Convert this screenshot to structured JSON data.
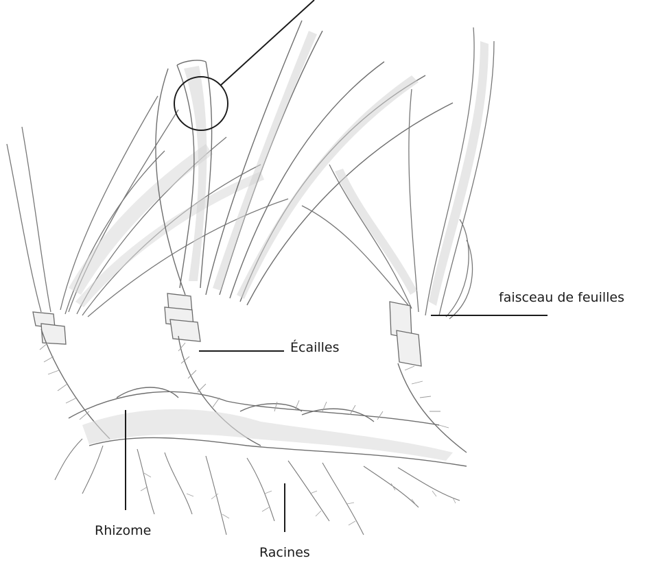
{
  "diagram": {
    "labels": {
      "faisceau": "faisceau de feuilles",
      "ecailles": "Écailles",
      "rhizome": "Rhizome",
      "racines": "Racines"
    }
  },
  "colors": {
    "ink": "#1a1a1a",
    "pencil": "#6e6e6e",
    "pencil_light": "#a8a8a8",
    "shade": "#d6d6d6",
    "background": "#ffffff"
  }
}
